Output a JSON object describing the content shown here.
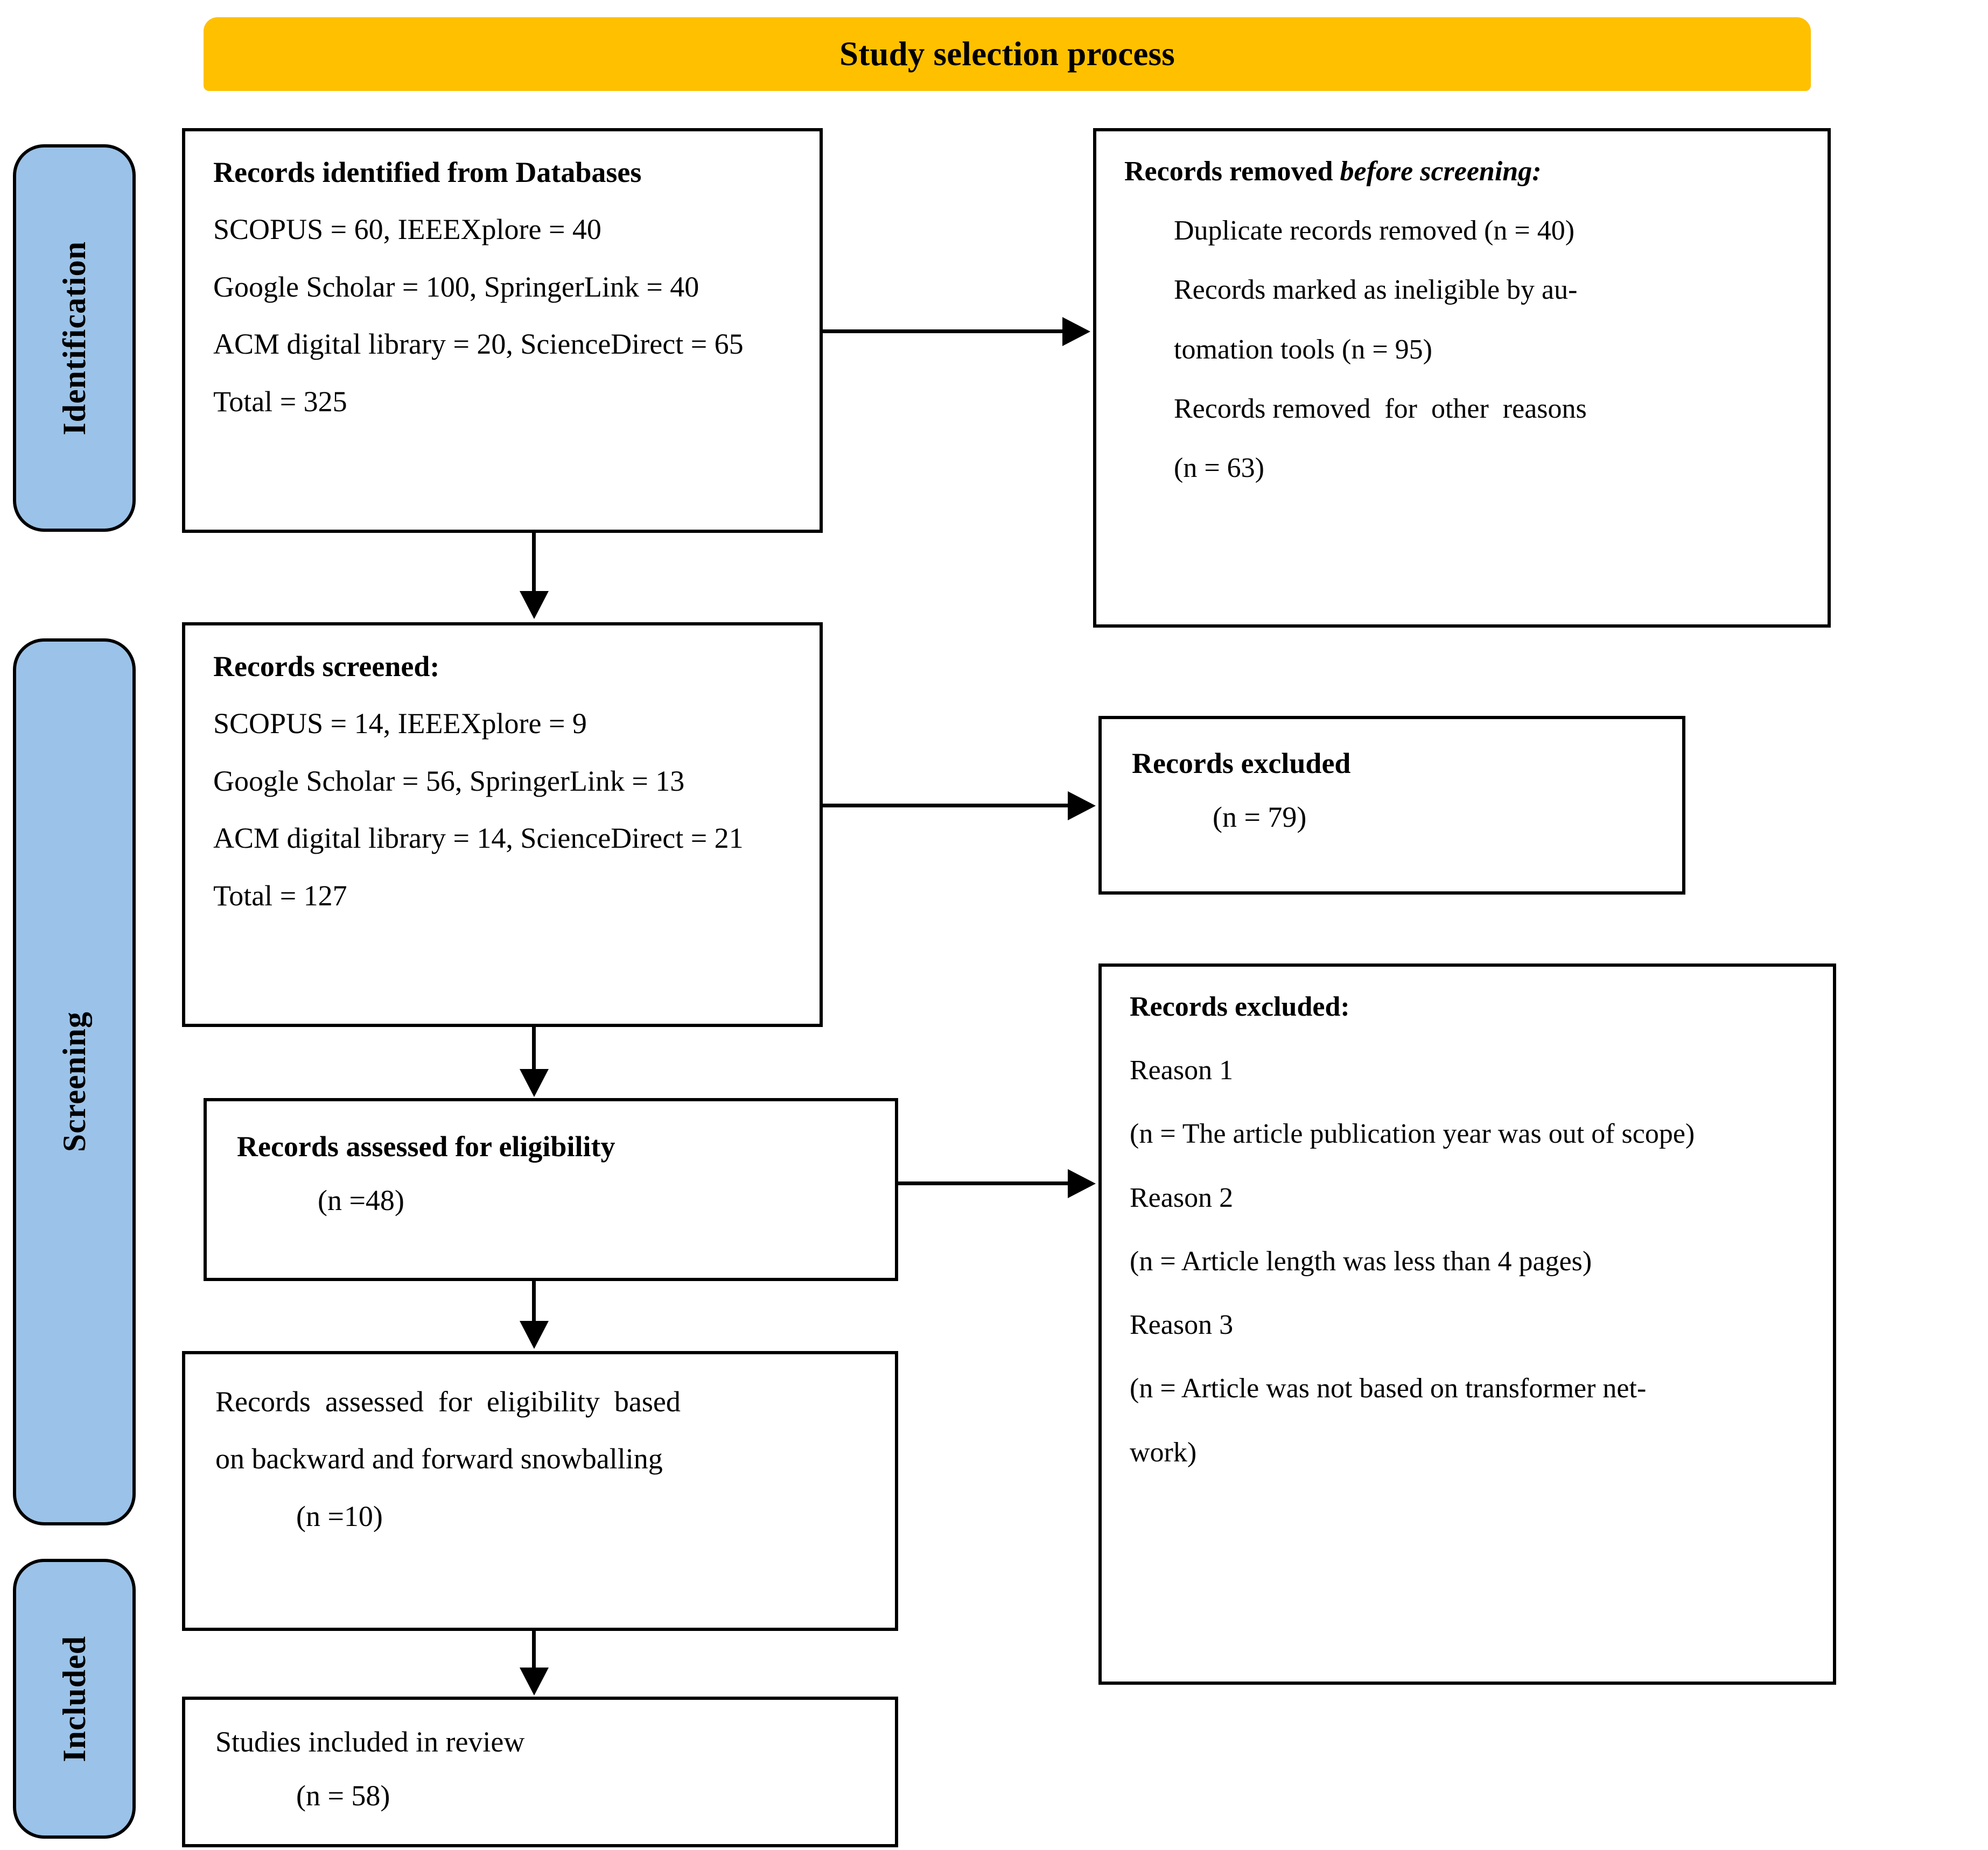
{
  "header": {
    "title": "Study selection process",
    "banner_color": "#FFC000"
  },
  "stages": {
    "accent_color": "#9BC2E8",
    "items": [
      {
        "key": "identification",
        "label": "Identification"
      },
      {
        "key": "screening",
        "label": "Screening"
      },
      {
        "key": "included",
        "label": "Included"
      }
    ]
  },
  "boxes": {
    "identified": {
      "heading": "Records identified from Databases",
      "lines": [
        "SCOPUS = 60, IEEEXplore = 40",
        "Google Scholar = 100, SpringerLink = 40",
        "ACM digital library = 20, ScienceDirect = 65",
        "Total = 325"
      ]
    },
    "removed_before_screening": {
      "heading_plain": "Records removed ",
      "heading_italic": "before screening:",
      "lines": [
        "Duplicate records removed (n = 40)",
        "Records marked as ineligible by au-",
        "tomation tools (n = 95)",
        "Records removed  for  other  reasons",
        "(n = 63)"
      ]
    },
    "screened": {
      "heading": "Records screened:",
      "lines": [
        "SCOPUS = 14, IEEEXplore = 9",
        "Google Scholar = 56, SpringerLink = 13",
        "ACM digital library = 14, ScienceDirect = 21",
        "Total = 127"
      ]
    },
    "excluded_small": {
      "heading": "Records excluded",
      "count": "(n = 79)"
    },
    "assessed_eligibility": {
      "heading": "Records assessed for eligibility",
      "count": "(n =48)"
    },
    "excluded_large": {
      "heading": "Records excluded:",
      "lines": [
        "Reason 1",
        "(n = The article publication year was out of scope)",
        "Reason 2",
        "(n = Article length was less than 4 pages)",
        "Reason 3",
        "(n = Article was not based on transformer net-",
        "work)"
      ]
    },
    "snowballing": {
      "line1": "Records  assessed  for  eligibility  based",
      "line2": "on backward and forward snowballing",
      "count": "(n =10)"
    },
    "included": {
      "heading": "Studies included in review",
      "count": "(n = 58)"
    }
  },
  "connectors": [
    {
      "name": "identified-to-removed",
      "type": "arrow-right"
    },
    {
      "name": "identified-to-screened",
      "type": "arrow-down"
    },
    {
      "name": "screened-to-excluded",
      "type": "arrow-right"
    },
    {
      "name": "screened-to-eligibility",
      "type": "arrow-down"
    },
    {
      "name": "eligibility-to-excluded",
      "type": "arrow-right"
    },
    {
      "name": "eligibility-to-snowball",
      "type": "arrow-down"
    },
    {
      "name": "snowball-to-included",
      "type": "arrow-down"
    }
  ]
}
